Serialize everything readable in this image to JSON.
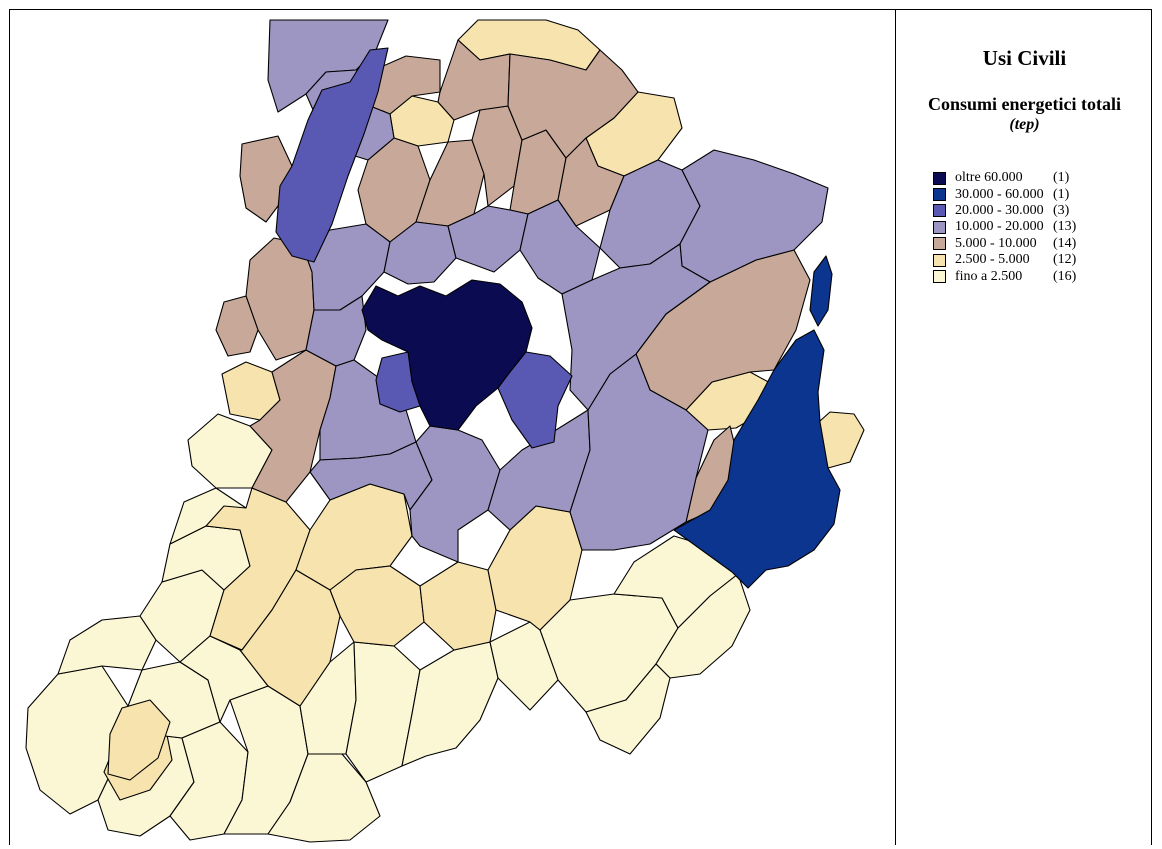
{
  "legend": {
    "title": "Usi Civili",
    "subtitle": "Consumi energetici totali",
    "unit": "(tep)",
    "classes": [
      {
        "label": "oltre 60.000",
        "count": "(1)",
        "color": "#0b0b52"
      },
      {
        "label": "30.000 - 60.000",
        "count": "(1)",
        "color": "#0c3590"
      },
      {
        "label": "20.000 - 30.000",
        "count": "(3)",
        "color": "#5959b3"
      },
      {
        "label": "10.000 - 20.000",
        "count": "(13)",
        "color": "#9d96c2"
      },
      {
        "label": "5.000 - 10.000",
        "count": "(14)",
        "color": "#c8a899"
      },
      {
        "label": "2.500 - 5.000",
        "count": "(12)",
        "color": "#f6e3ae"
      },
      {
        "label": "fino a 2.500",
        "count": "(16)",
        "color": "#fbf6d4"
      }
    ]
  },
  "map": {
    "regions": [
      {
        "id": "r1",
        "class": 0
      },
      {
        "id": "r2",
        "class": 1
      },
      {
        "id": "r3",
        "class": 2
      },
      {
        "id": "r4",
        "class": 2
      },
      {
        "id": "r5",
        "class": 2
      },
      {
        "id": "r6",
        "class": 3
      },
      {
        "id": "r7",
        "class": 3
      },
      {
        "id": "r8",
        "class": 3
      },
      {
        "id": "r9",
        "class": 3
      },
      {
        "id": "r10",
        "class": 3
      },
      {
        "id": "r11",
        "class": 3
      },
      {
        "id": "r12",
        "class": 3
      },
      {
        "id": "r13",
        "class": 3
      },
      {
        "id": "r14",
        "class": 3
      },
      {
        "id": "r15",
        "class": 3
      },
      {
        "id": "r16",
        "class": 3
      },
      {
        "id": "r17",
        "class": 3
      },
      {
        "id": "r18",
        "class": 3
      },
      {
        "id": "r19",
        "class": 4
      },
      {
        "id": "r20",
        "class": 4
      },
      {
        "id": "r21",
        "class": 4
      },
      {
        "id": "r22",
        "class": 4
      },
      {
        "id": "r23",
        "class": 4
      },
      {
        "id": "r24",
        "class": 4
      },
      {
        "id": "r25",
        "class": 4
      },
      {
        "id": "r26",
        "class": 4
      },
      {
        "id": "r27",
        "class": 4
      },
      {
        "id": "r28",
        "class": 4
      },
      {
        "id": "r29",
        "class": 4
      },
      {
        "id": "r30",
        "class": 4
      },
      {
        "id": "r31",
        "class": 4
      },
      {
        "id": "r32",
        "class": 4
      },
      {
        "id": "r33",
        "class": 5
      },
      {
        "id": "r34",
        "class": 5
      },
      {
        "id": "r35",
        "class": 5
      },
      {
        "id": "r36",
        "class": 5
      },
      {
        "id": "r37",
        "class": 5
      },
      {
        "id": "r38",
        "class": 5
      },
      {
        "id": "r39",
        "class": 5
      },
      {
        "id": "r40",
        "class": 5
      },
      {
        "id": "r41",
        "class": 5
      },
      {
        "id": "r42",
        "class": 5
      },
      {
        "id": "r43",
        "class": 5
      },
      {
        "id": "r44",
        "class": 5
      },
      {
        "id": "r45",
        "class": 6
      },
      {
        "id": "r46",
        "class": 6
      },
      {
        "id": "r47",
        "class": 6
      },
      {
        "id": "r48",
        "class": 6
      },
      {
        "id": "r49",
        "class": 6
      },
      {
        "id": "r50",
        "class": 6
      },
      {
        "id": "r51",
        "class": 6
      },
      {
        "id": "r52",
        "class": 6
      },
      {
        "id": "r53",
        "class": 6
      },
      {
        "id": "r54",
        "class": 6
      },
      {
        "id": "r55",
        "class": 6
      },
      {
        "id": "r56",
        "class": 6
      },
      {
        "id": "r57",
        "class": 6
      },
      {
        "id": "r58",
        "class": 6
      },
      {
        "id": "r59",
        "class": 6
      },
      {
        "id": "r60",
        "class": 6
      }
    ]
  }
}
